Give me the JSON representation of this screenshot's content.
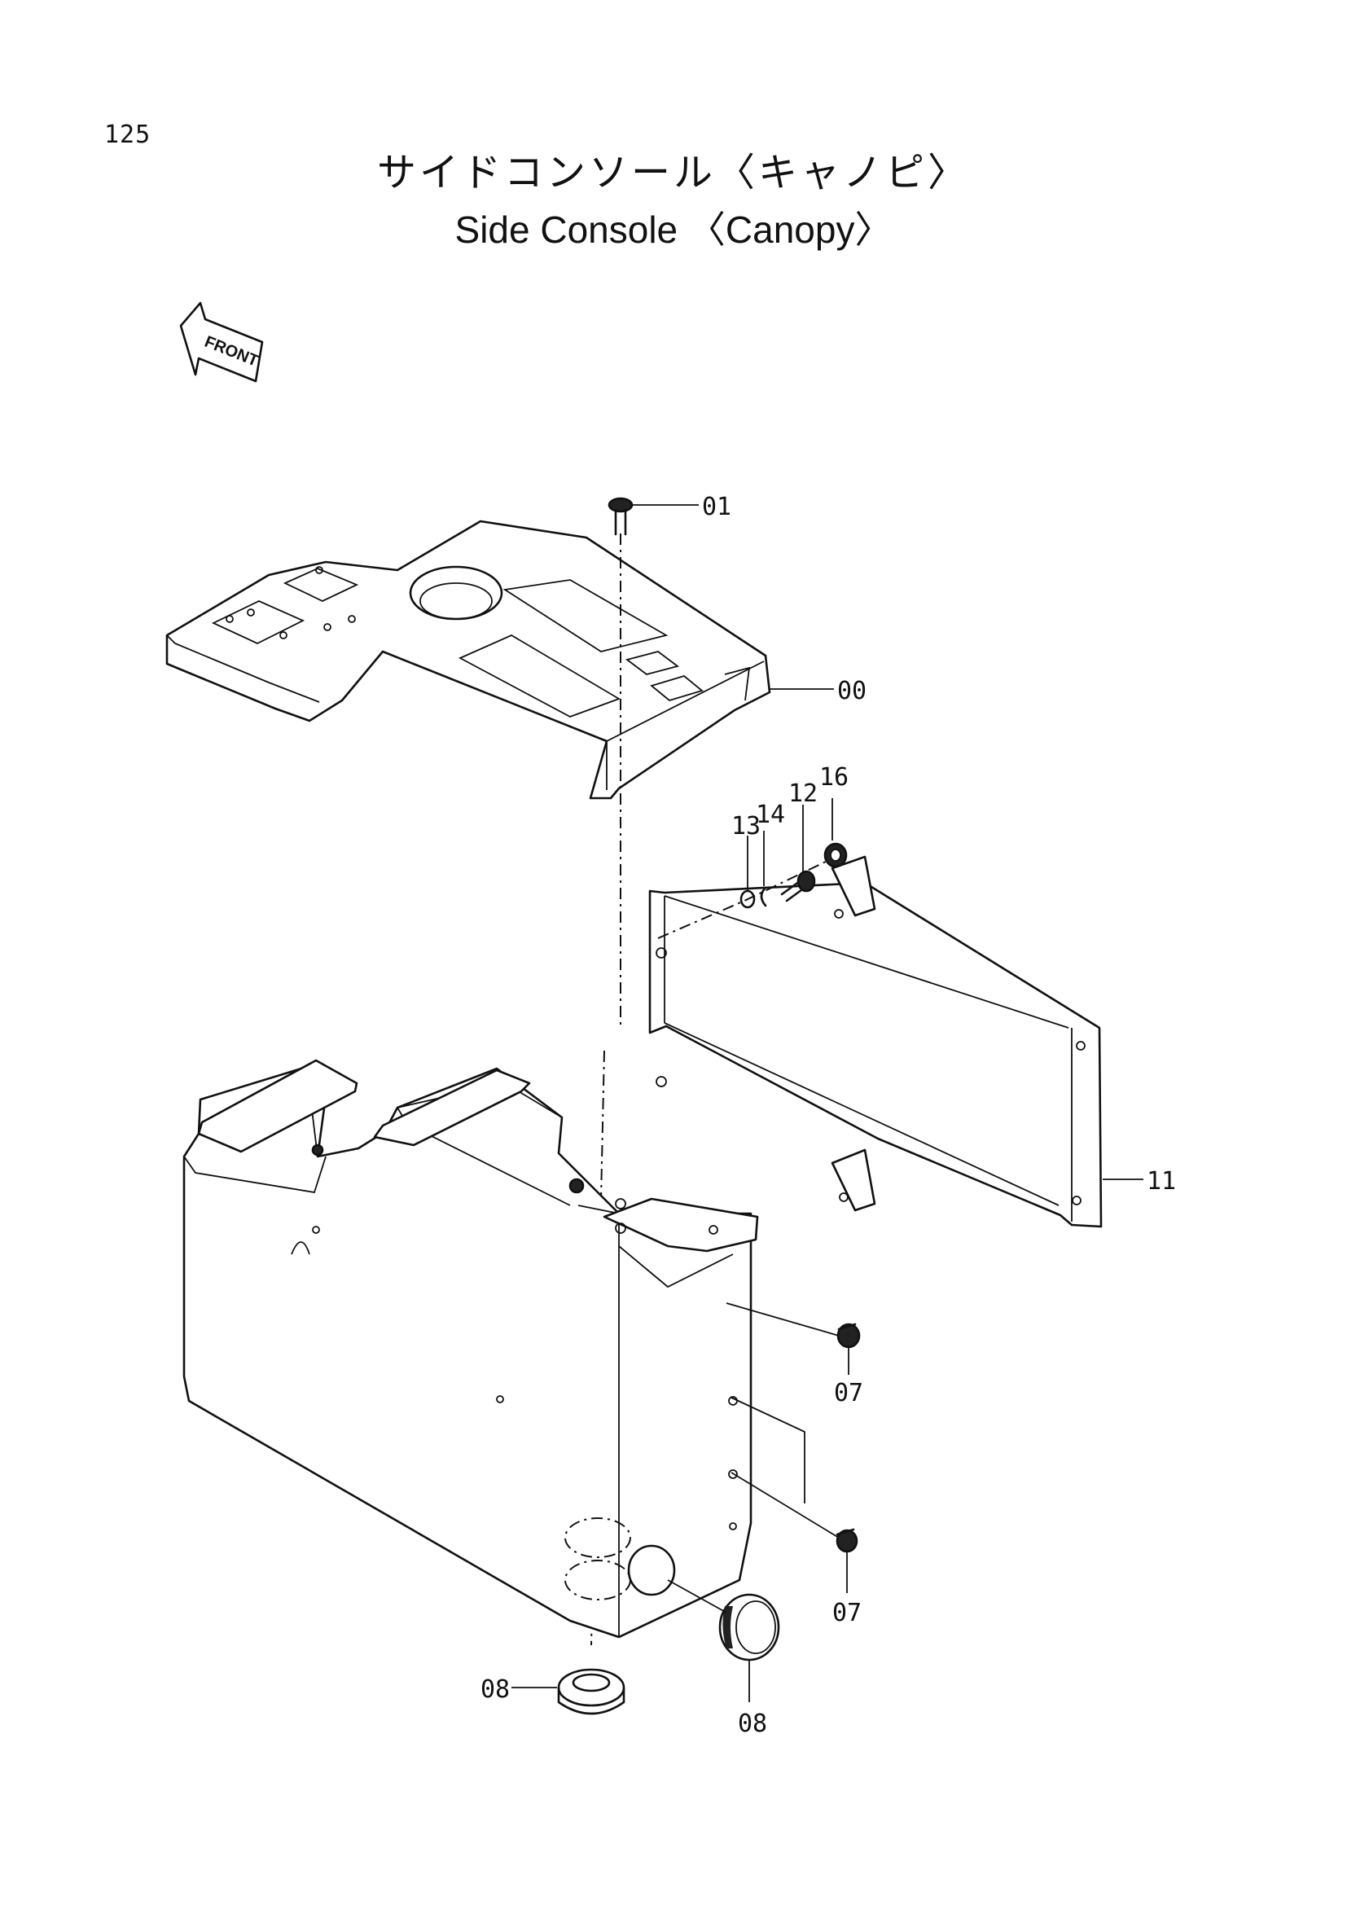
{
  "page": {
    "number": "125",
    "title_jp": "サイドコンソール〈キャノピ〉",
    "title_en": "Side Console 〈Canopy〉",
    "front_label": "FRONT"
  },
  "callouts": [
    {
      "id": "c01",
      "label": "01"
    },
    {
      "id": "c00",
      "label": "00"
    },
    {
      "id": "c16",
      "label": "16"
    },
    {
      "id": "c12",
      "label": "12"
    },
    {
      "id": "c13",
      "label": "13"
    },
    {
      "id": "c14",
      "label": "14"
    },
    {
      "id": "c11",
      "label": "11"
    },
    {
      "id": "c07a",
      "label": "07"
    },
    {
      "id": "c07b",
      "label": "07"
    },
    {
      "id": "c08a",
      "label": "08"
    },
    {
      "id": "c08b",
      "label": "08"
    }
  ]
}
